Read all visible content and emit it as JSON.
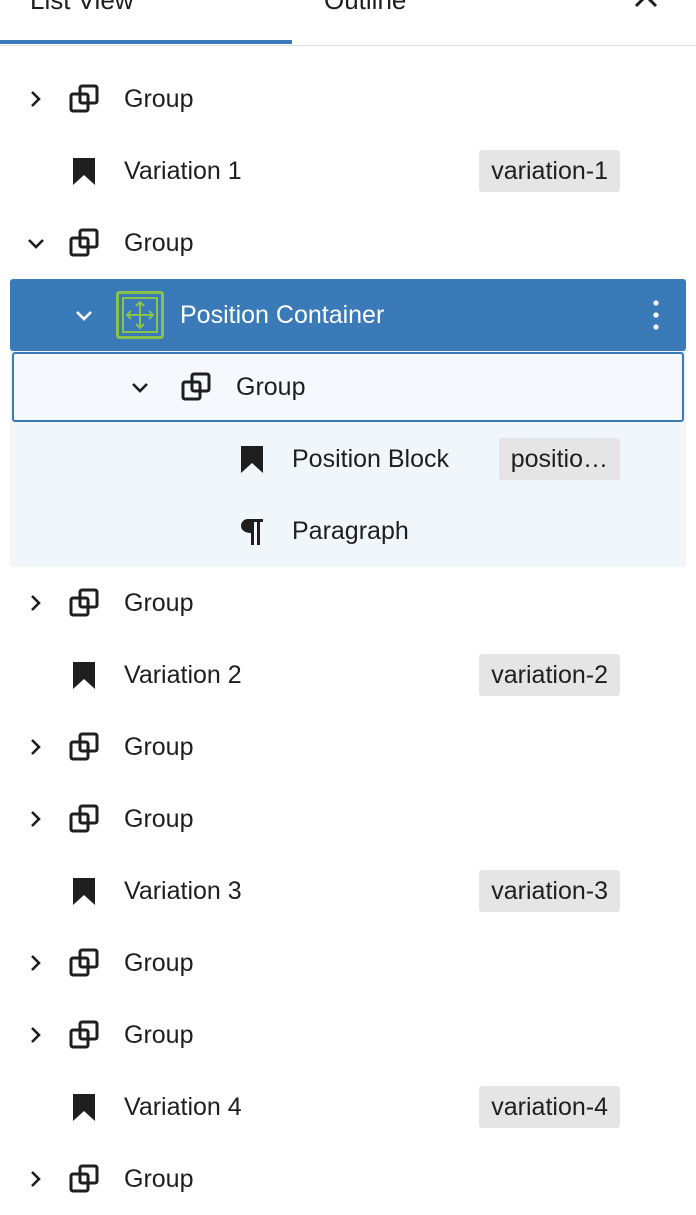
{
  "tabs": {
    "list_view": "List View",
    "outline": "Outline"
  },
  "tree": [
    {
      "type": "group",
      "label": "Group",
      "expanded": false,
      "depth": 0
    },
    {
      "type": "variation",
      "label": "Variation 1",
      "badge": "variation-1",
      "depth": 0
    },
    {
      "type": "group",
      "label": "Group",
      "expanded": true,
      "depth": 0
    },
    {
      "type": "position-container",
      "label": "Position Container",
      "expanded": true,
      "selected": true,
      "depth": 1
    },
    {
      "type": "group",
      "label": "Group",
      "expanded": true,
      "focused": true,
      "depth": 2
    },
    {
      "type": "variation",
      "label": "Position Block",
      "badge": "positio…",
      "depth": 3
    },
    {
      "type": "paragraph",
      "label": "Paragraph",
      "depth": 3
    },
    {
      "type": "group",
      "label": "Group",
      "expanded": false,
      "depth": 0
    },
    {
      "type": "variation",
      "label": "Variation 2",
      "badge": "variation-2",
      "depth": 0
    },
    {
      "type": "group",
      "label": "Group",
      "expanded": false,
      "depth": 0
    },
    {
      "type": "group",
      "label": "Group",
      "expanded": false,
      "depth": 0
    },
    {
      "type": "variation",
      "label": "Variation 3",
      "badge": "variation-3",
      "depth": 0
    },
    {
      "type": "group",
      "label": "Group",
      "expanded": false,
      "depth": 0
    },
    {
      "type": "group",
      "label": "Group",
      "expanded": false,
      "depth": 0
    },
    {
      "type": "variation",
      "label": "Variation 4",
      "badge": "variation-4",
      "depth": 0
    },
    {
      "type": "group",
      "label": "Group",
      "expanded": false,
      "depth": 0
    }
  ],
  "colors": {
    "accent": "#3a7ab8",
    "badge_bg": "#e5e5e5",
    "nested_bg": "#f1f6fb",
    "container_icon": "#8bc34a"
  },
  "icons": {
    "group": "group-icon",
    "variation": "bookmark-icon",
    "paragraph": "paragraph-icon",
    "position-container": "position-container-icon",
    "chevron_right": "chevron-right-icon",
    "chevron_down": "chevron-down-icon",
    "more": "more-vertical-icon",
    "close": "close-icon"
  }
}
